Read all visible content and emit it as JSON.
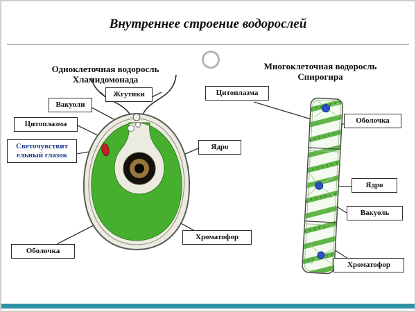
{
  "title": "Внутреннее строение водорослей",
  "left_section": {
    "heading_line1": "Одноклеточная водоросль",
    "heading_line2": "Хламидомонада",
    "labels": {
      "flagella": "Жгутики",
      "vacuoles": "Вакуоли",
      "cytoplasm": "Цитоплазма",
      "eyespot_line1": "Светочувствит",
      "eyespot_line2": "ельный глазок",
      "nucleus": "Ядро",
      "chromatophore": "Хроматофор",
      "membrane": "Оболочка"
    }
  },
  "right_section": {
    "heading_line1": "Многоклеточная водоросль",
    "heading_line2": "Спирогира",
    "labels": {
      "cytoplasm": "Цитоплазма",
      "membrane": "Оболочка",
      "nucleus": "Ядро",
      "vacuole": "Вакуоль",
      "chromatophore": "Хроматофор"
    }
  },
  "colors": {
    "chromatophore_green": "#46af2d",
    "spiral_band_green": "#57b23e",
    "eyespot_red": "#bd2428",
    "nucleus_blue": "#2b50c8",
    "accent_teal": "#2e92a6",
    "eyespot_label_blue": "#1e3f8f"
  }
}
